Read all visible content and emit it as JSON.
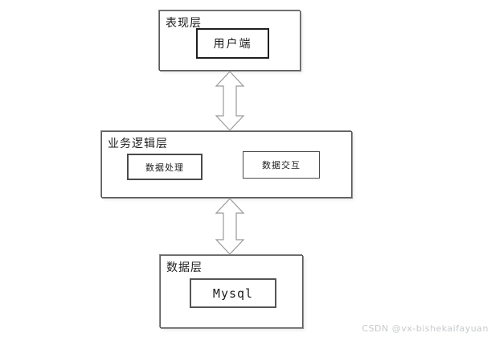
{
  "diagram": {
    "layers": [
      {
        "id": "presentation",
        "label": "表现层",
        "children": [
          {
            "label": "用户端"
          }
        ]
      },
      {
        "id": "business-logic",
        "label": "业务逻辑层",
        "children": [
          {
            "label": "数据处理"
          },
          {
            "label": "数据交互"
          }
        ]
      },
      {
        "id": "data",
        "label": "数据层",
        "children": [
          {
            "label": "Mysql"
          }
        ]
      }
    ],
    "connectors": [
      {
        "type": "double-headed-vertical-arrow",
        "from": "表现层",
        "to": "业务逻辑层"
      },
      {
        "type": "double-headed-vertical-arrow",
        "from": "业务逻辑层",
        "to": "数据层"
      }
    ]
  },
  "watermark": {
    "text": "CSDN @vx-bishekaifayuan"
  },
  "colors": {
    "background": "#ffffff",
    "outer_box_border": "#8c8c8c",
    "inner_box_border": "#333333",
    "arrow_stroke": "#9a9a9a",
    "arrow_fill": "#ffffff",
    "text": "#1c1c1c",
    "watermark": "#c6cacd"
  }
}
